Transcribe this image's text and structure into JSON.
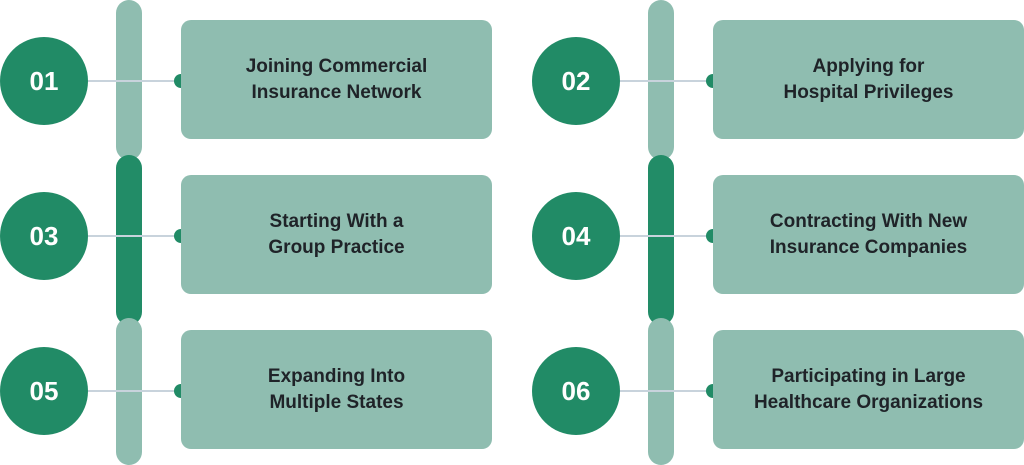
{
  "colors": {
    "accent": "#218b66",
    "card": "#8fbdb0",
    "bar_active": "#228c67",
    "connector": "#c8d3dc"
  },
  "steps": [
    {
      "number": "01",
      "text": "Joining Commercial\nInsurance Network"
    },
    {
      "number": "02",
      "text": "Applying for\nHospital Privileges"
    },
    {
      "number": "03",
      "text": "Starting With a\nGroup Practice"
    },
    {
      "number": "04",
      "text": "Contracting With New\nInsurance Companies"
    },
    {
      "number": "05",
      "text": "Expanding Into\nMultiple States"
    },
    {
      "number": "06",
      "text": "Participating in Large\nHealthcare Organizations"
    }
  ]
}
